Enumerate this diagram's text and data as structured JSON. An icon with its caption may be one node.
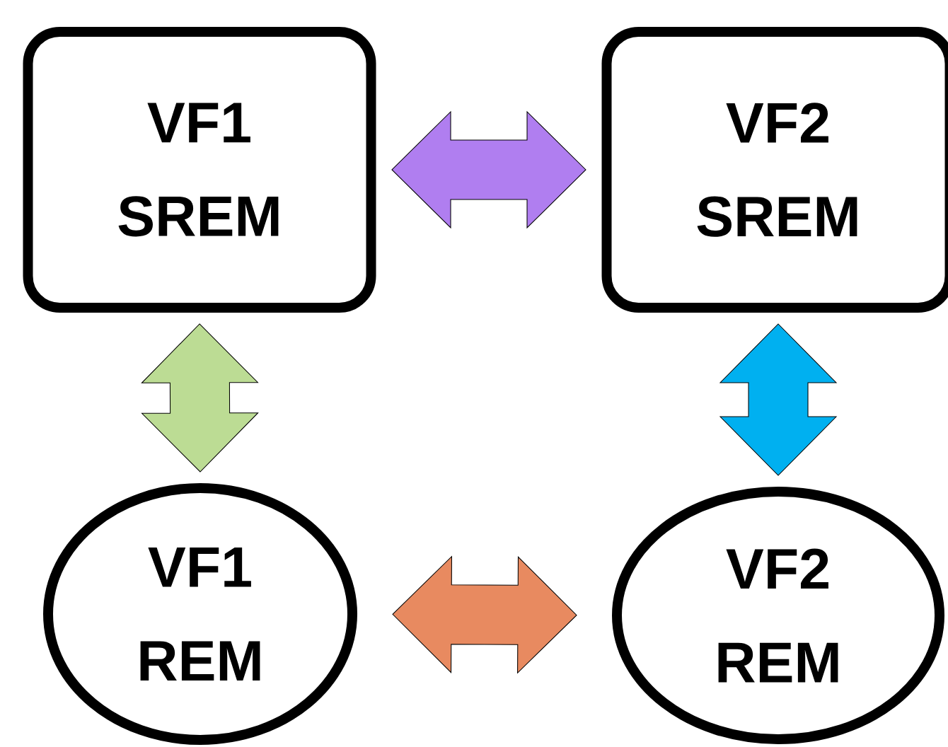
{
  "diagram": {
    "nodes": [
      {
        "text": [
          "VF1",
          "SREM"
        ]
      },
      {
        "text": [
          "VF2",
          "SREM"
        ]
      },
      {
        "text": [
          "VF1",
          "REM"
        ]
      },
      {
        "text": [
          "VF2",
          "REM"
        ]
      }
    ],
    "edges": [
      {
        "from": 0,
        "to": 1,
        "arrow": "both",
        "color": "#b07ef0"
      },
      {
        "from": 0,
        "to": 2,
        "arrow": "both",
        "color": "#bcdc94"
      },
      {
        "from": 1,
        "to": 3,
        "arrow": "both",
        "color": "#00b0f0"
      },
      {
        "from": 2,
        "to": 3,
        "arrow": "both",
        "color": "#e88a60"
      }
    ]
  }
}
